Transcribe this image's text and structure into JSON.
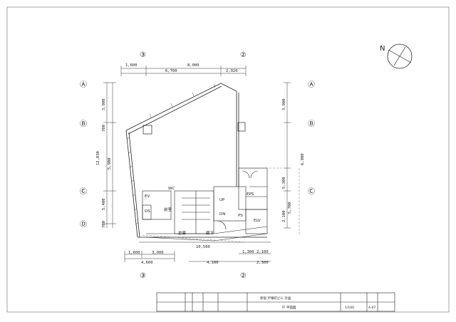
{
  "grid": {
    "top_left_label": "③",
    "top_right_label": "②",
    "bottom_left_label": "③",
    "bottom_right_label": "②",
    "left_rows": [
      "Ⓐ",
      "Ⓑ",
      "Ⓒ",
      "Ⓓ"
    ],
    "right_rows": [
      "Ⓐ",
      "Ⓑ",
      "Ⓒ"
    ]
  },
  "compass": {
    "label": "N"
  },
  "dimensions": {
    "top": [
      "1,600",
      "8,000",
      "6,700",
      "2,920"
    ],
    "left_segments": [
      "3,900",
      "700",
      "12,030",
      "5,900",
      "5,400",
      "700"
    ],
    "right_segments": [
      "3,900",
      "6,900",
      "5,300",
      "2,100",
      "5,700"
    ],
    "bottom": [
      "10,500",
      "1,600",
      "3,000",
      "4,600",
      "1,300",
      "2,100",
      "4,100",
      "2,300"
    ],
    "mid_labels": [
      "UP",
      "DN",
      "EV",
      "DS",
      "ELV",
      "PS",
      "EPS",
      "倉庫",
      "WC",
      "廊下",
      "前室"
    ]
  },
  "title_block": {
    "row1": [
      "",
      "",
      "",
      "",
      "",
      "新宿 戸塚町ビル 計画",
      "",
      "",
      ""
    ],
    "row2": [
      "",
      "",
      "",
      "",
      "",
      "7F 平面図",
      "1/100",
      "A-07",
      ""
    ]
  }
}
